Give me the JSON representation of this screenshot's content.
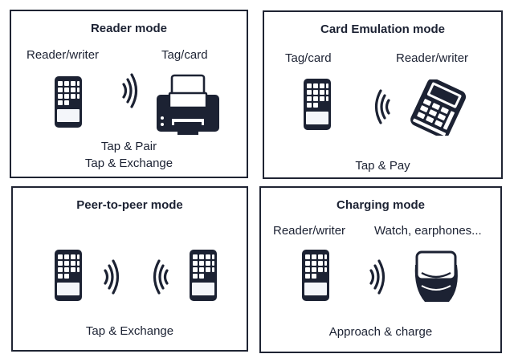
{
  "panels": {
    "reader": {
      "title": "Reader mode",
      "left_label": "Reader/writer",
      "right_label": "Tag/card",
      "caption_line1": "Tap & Pair",
      "caption_line2": "Tap & Exchange"
    },
    "card_emulation": {
      "title": "Card Emulation mode",
      "left_label": "Tag/card",
      "right_label": "Reader/writer",
      "caption": "Tap & Pay"
    },
    "p2p": {
      "title": "Peer-to-peer mode",
      "caption": "Tap & Exchange"
    },
    "charging": {
      "title": "Charging mode",
      "left_label": "Reader/writer",
      "right_label": "Watch, earphones...",
      "caption": "Approach & charge"
    }
  },
  "icons": {
    "phone": "smartphone-icon",
    "waves": "nfc-waves-icon",
    "printer": "printer-icon",
    "pos": "pos-terminal-icon",
    "watch": "smartwatch-icon"
  },
  "colors": {
    "ink": "#1c2233",
    "border": "#1f2433"
  }
}
